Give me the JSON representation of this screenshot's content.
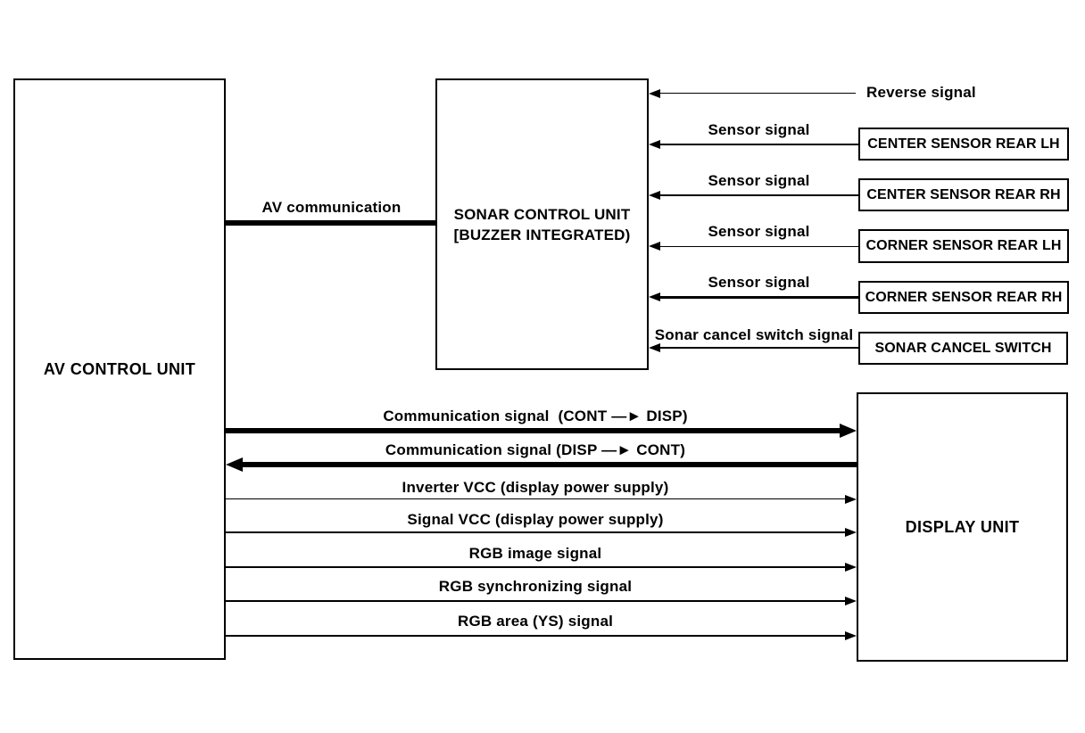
{
  "units": {
    "av_control": {
      "label": "AV CONTROL UNIT"
    },
    "sonar_control": {
      "label_line1": "SONAR CONTROL UNIT",
      "label_line2": "[BUZZER INTEGRATED)"
    },
    "display": {
      "label": "DISPLAY UNIT"
    }
  },
  "inputs": {
    "reverse": {
      "label": "Reverse signal"
    },
    "sensors": [
      {
        "box_label": "CENTER SENSOR REAR LH",
        "signal_label": "Sensor signal"
      },
      {
        "box_label": "CENTER SENSOR REAR RH",
        "signal_label": "Sensor signal"
      },
      {
        "box_label": "CORNER SENSOR REAR LH",
        "signal_label": "Sensor signal"
      },
      {
        "box_label": "CORNER SENSOR REAR RH",
        "signal_label": "Sensor signal"
      }
    ],
    "cancel_switch": {
      "box_label": "SONAR CANCEL SWITCH",
      "signal_label": "Sonar cancel switch signal"
    }
  },
  "links": {
    "av_communication": {
      "label": "AV communication"
    },
    "to_display": [
      {
        "label": "Communication signal  (CONT —► DISP)",
        "direction": "right",
        "weight": "thick"
      },
      {
        "label": "Communication signal (DISP —► CONT)",
        "direction": "left",
        "weight": "thick"
      },
      {
        "label": "Inverter VCC (display power supply)",
        "direction": "right",
        "weight": "thin"
      },
      {
        "label": "Signal VCC (display power supply)",
        "direction": "right",
        "weight": "thin"
      },
      {
        "label": "RGB image signal",
        "direction": "right",
        "weight": "thin"
      },
      {
        "label": "RGB synchronizing signal",
        "direction": "right",
        "weight": "thin"
      },
      {
        "label": "RGB area (YS) signal",
        "direction": "right",
        "weight": "thin"
      }
    ]
  },
  "colors": {
    "ink": "#000000",
    "background": "#ffffff"
  }
}
